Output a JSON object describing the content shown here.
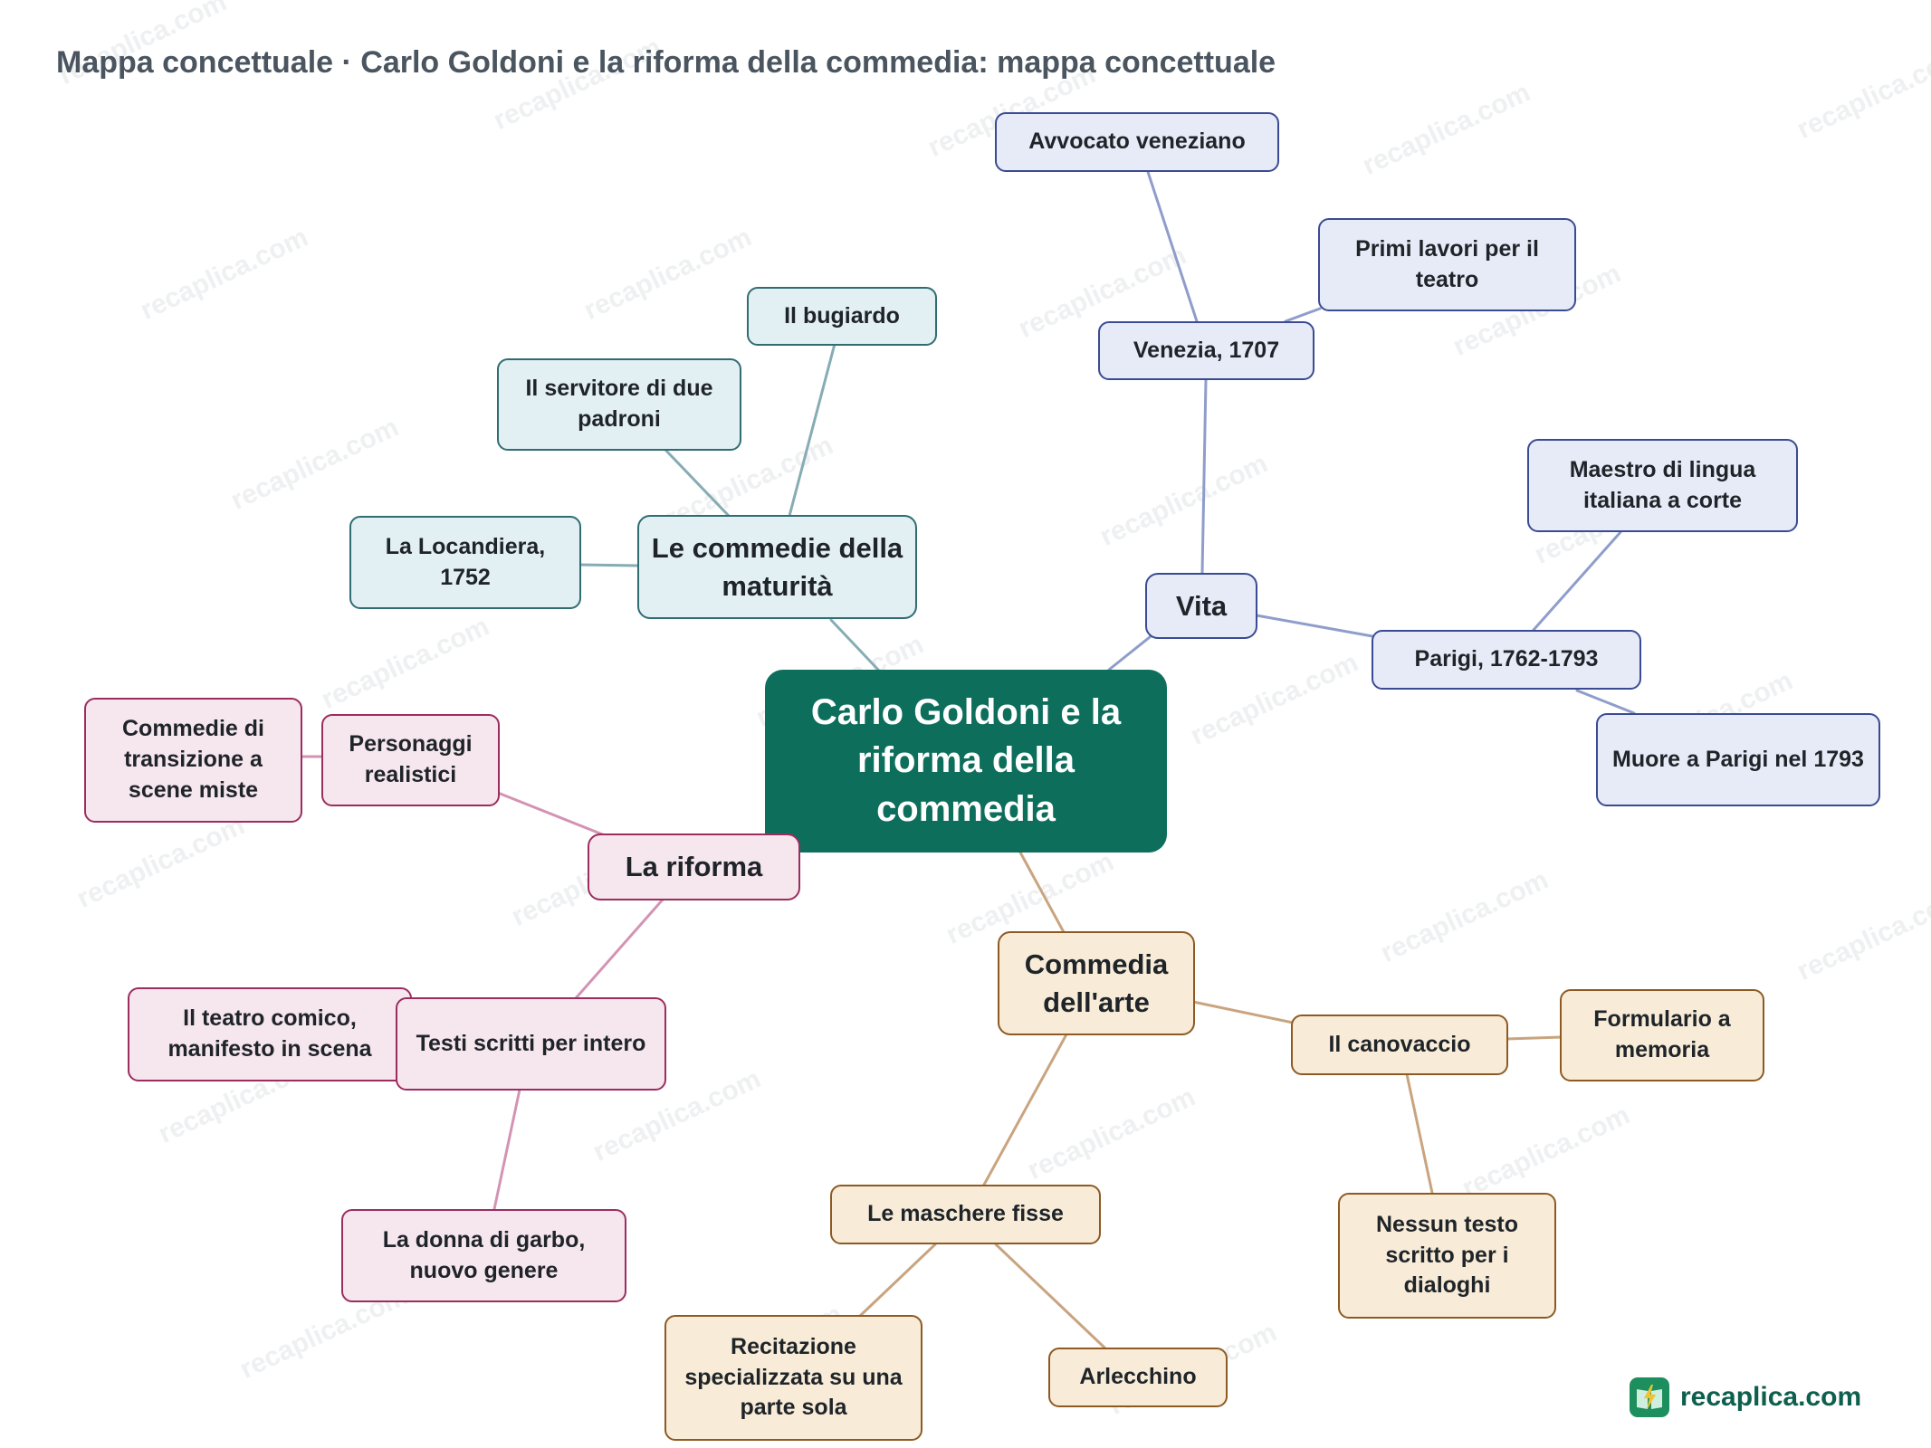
{
  "title": "Mappa concettuale · Carlo Goldoni e la riforma della commedia: mappa concettuale",
  "watermark": "recaplica.com",
  "brand": {
    "name": "recaplica.com",
    "icon": "book-lightning-icon"
  },
  "colors": {
    "root": "#0e6e5c",
    "teal_fill": "#e2eff3",
    "teal_border": "#2f6d72",
    "teal_edge": "#86acb4",
    "blue_fill": "#e7ebf7",
    "blue_border": "#3a4b93",
    "blue_edge": "#8f9dcb",
    "pink_fill": "#f6e6ee",
    "pink_border": "#9b2d5f",
    "pink_edge": "#d394b4",
    "tan_fill": "#f8ecd8",
    "tan_border": "#8e5a22",
    "tan_edge": "#c9a47f"
  },
  "nodes": {
    "root": "Carlo Goldoni e la riforma della commedia",
    "maturita": "Le commedie della maturità",
    "bugiardo": "Il bugiardo",
    "servitore": "Il servitore di due padroni",
    "locandiera": "La Locandiera, 1752",
    "vita": "Vita",
    "venezia": "Venezia, 1707",
    "avvocato": "Avvocato veneziano",
    "primi_lavori": "Primi lavori per il teatro",
    "parigi": "Parigi, 1762-1793",
    "maestro": "Maestro di lingua italiana a corte",
    "muore": "Muore a Parigi nel 1793",
    "riforma": "La riforma",
    "personaggi": "Personaggi realistici",
    "transizione": "Commedie di transizione a scene miste",
    "testi": "Testi scritti per intero",
    "teatro_comico": "Il teatro comico, manifesto in scena",
    "donna_garbo": "La donna di garbo, nuovo genere",
    "commedia_arte": "Commedia dell'arte",
    "canovaccio": "Il canovaccio",
    "formulario": "Formulario a memoria",
    "nessun_testo": "Nessun testo scritto per i dialoghi",
    "maschere": "Le maschere fisse",
    "recitazione": "Recitazione specializzata su una parte sola",
    "arlecchino": "Arlecchino"
  }
}
